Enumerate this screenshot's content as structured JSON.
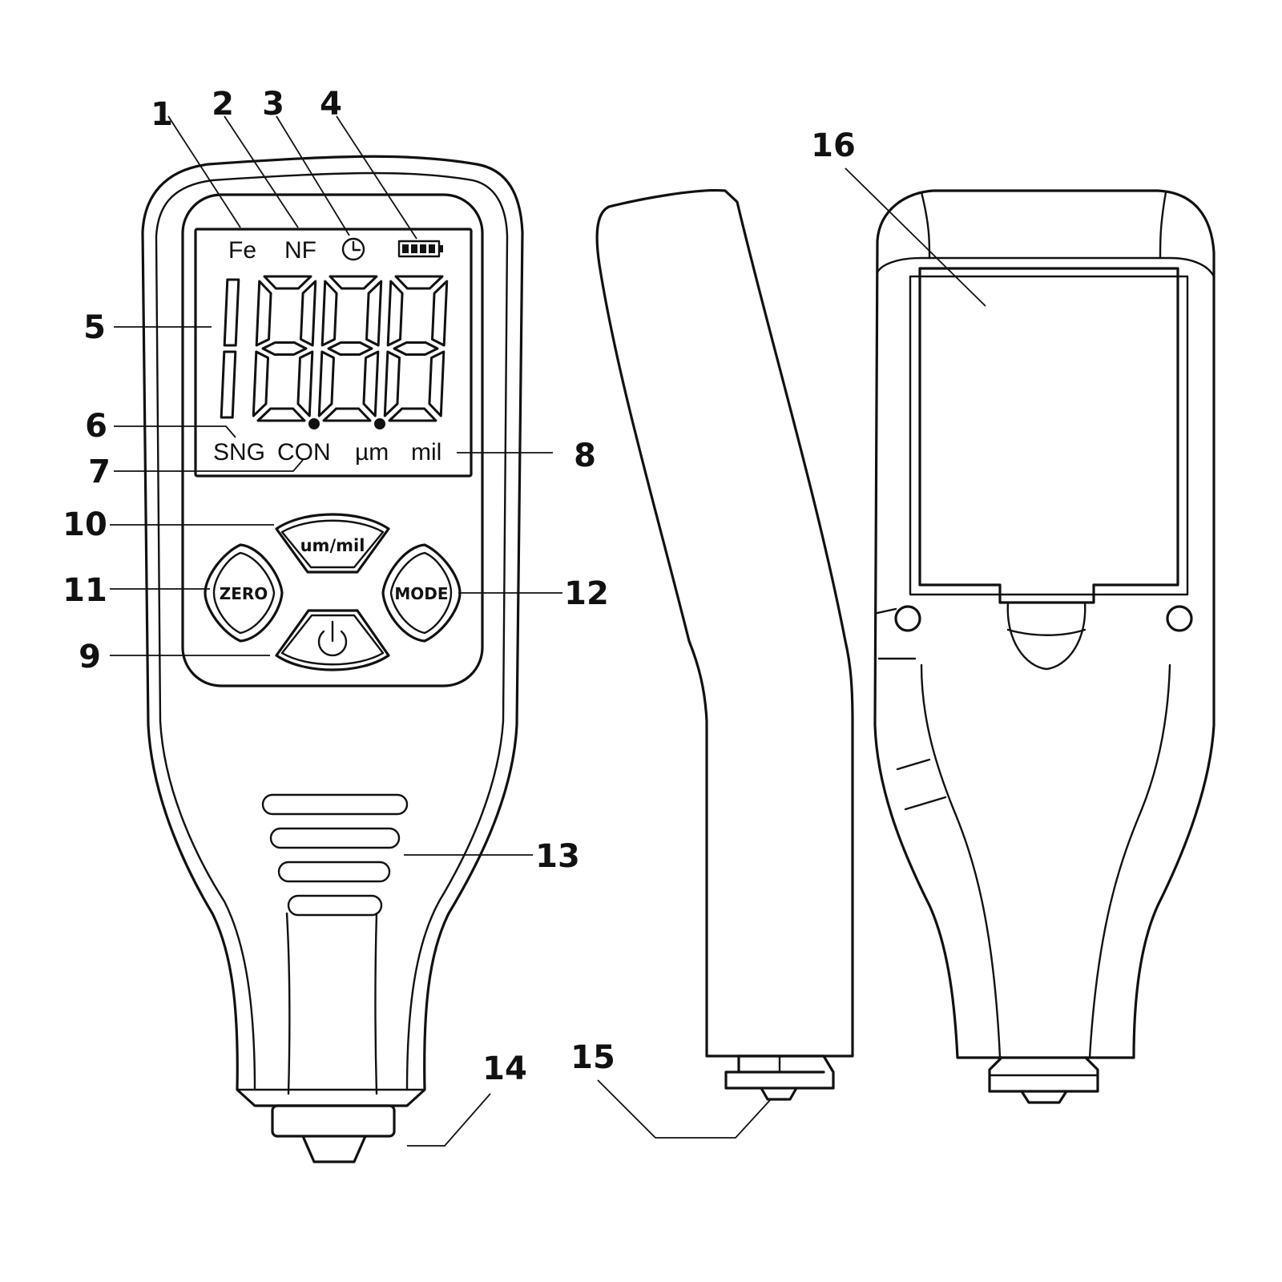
{
  "callouts": {
    "c1": "1",
    "c2": "2",
    "c3": "3",
    "c4": "4",
    "c5": "5",
    "c6": "6",
    "c7": "7",
    "c8": "8",
    "c9": "9",
    "c10": "10",
    "c11": "11",
    "c12": "12",
    "c13": "13",
    "c14": "14",
    "c15": "15",
    "c16": "16"
  },
  "lcd": {
    "fe": "Fe",
    "nf": "NF",
    "sng": "SNG",
    "con": "CON",
    "um": "µm",
    "mil": "mil",
    "digits": [
      "1",
      "8",
      "8",
      "8"
    ]
  },
  "buttons": {
    "unit": "um/mil",
    "zero": "ZERO",
    "mode": "MODE"
  },
  "icons": {
    "clock": "clock-icon",
    "battery": "battery-icon",
    "power": "power-icon"
  }
}
